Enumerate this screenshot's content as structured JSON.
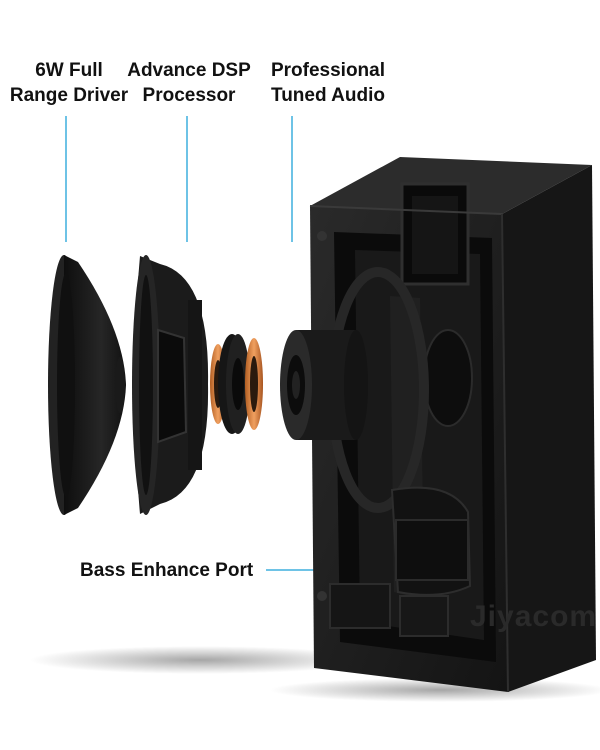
{
  "labels": {
    "driver": {
      "line1": "6W Full",
      "line2": "Range Driver"
    },
    "dsp": {
      "line1": "Advance DSP",
      "line2": "Processor"
    },
    "audio": {
      "line1": "Professional",
      "line2": "Tuned Audio"
    },
    "bass": {
      "text": "Bass Enhance Port"
    }
  },
  "watermark": "Jiyacom",
  "colors": {
    "callout": "#6ec3e6",
    "copper": "#e08a45",
    "body": "#1d1d1d"
  }
}
